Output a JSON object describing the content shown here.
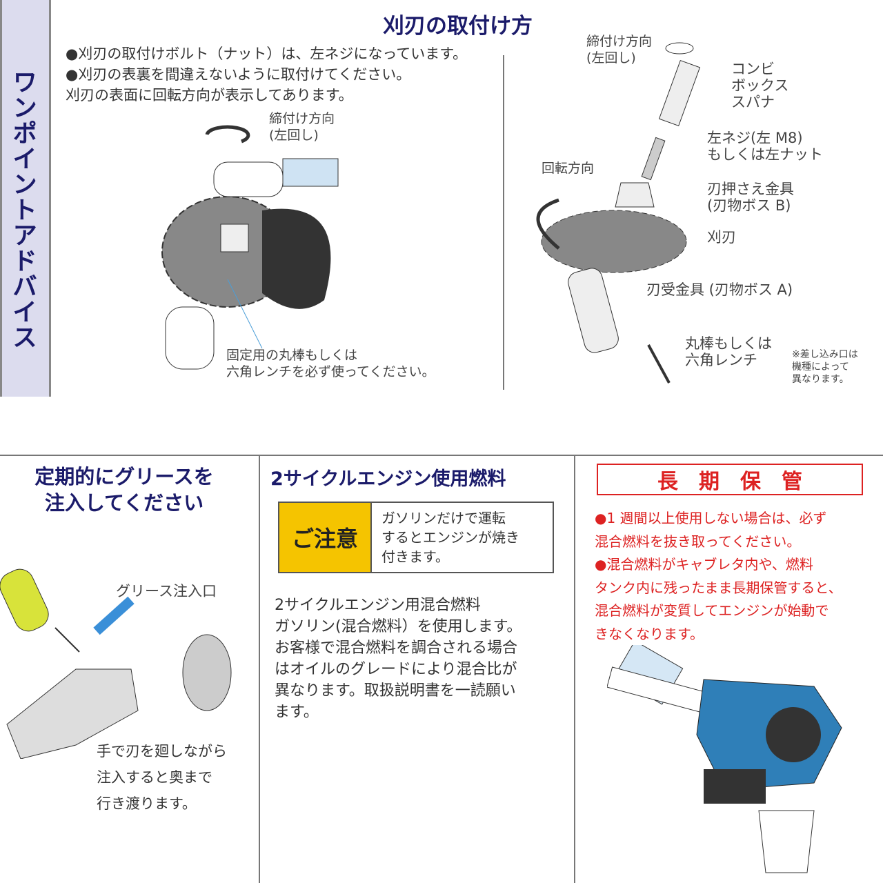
{
  "sidebar": {
    "label": "ワンポイントアドバイス"
  },
  "blade": {
    "title": "刈刃の取付け方",
    "notes": [
      "●刈刃の取付けボルト（ナット）は、左ネジになっています。",
      "●刈刃の表裏を間違えないように取付けてください。",
      "刈刃の表面に回転方向が表示してあります。"
    ],
    "left_fig": {
      "tighten": [
        "締付け方向",
        "(左回し)"
      ],
      "fix": [
        "固定用の丸棒もしくは",
        "六角レンチを必ず使ってください。"
      ]
    },
    "right_fig": {
      "tighten": [
        "締付け方向",
        "(左回し)"
      ],
      "rotation": "回転方向",
      "parts": [
        [
          "コンビ",
          "ボックス",
          "スパナ"
        ],
        [
          "左ネジ(左 M8)",
          "もしくは左ナット"
        ],
        [
          "刃押さえ金具",
          "(刃物ボス B)"
        ],
        [
          "刈刃"
        ],
        [
          "刃受金具 (刃物ボス A)"
        ],
        [
          "丸棒もしくは",
          "六角レンチ"
        ]
      ],
      "note": [
        "※差し込み口は",
        "機種によって",
        "異なります。"
      ]
    }
  },
  "grease": {
    "title": [
      "定期的にグリースを",
      "注入してください"
    ],
    "inlet": "グリース注入口",
    "caption": [
      "手で刃を廻しながら",
      "注入すると奥まで",
      "行き渡ります。"
    ]
  },
  "fuel": {
    "title": "2サイクルエンジン使用燃料",
    "caution_label": "ご注意",
    "caution_text": [
      "ガソリンだけで運転",
      "するとエンジンが焼き",
      "付きます。"
    ],
    "body": [
      "2サイクルエンジン用混合燃料",
      "ガソリン(混合燃料）を使用します。",
      "お客様で混合燃料を調合される場合",
      "はオイルのグレードにより混合比が",
      "異なります。取扱説明書を一読願い",
      "ます。"
    ],
    "accent": "#f5c400"
  },
  "storage": {
    "title": "長　期　保　管",
    "lines": [
      "●1 週間以上使用しない場合は、必ず",
      "混合燃料を抜き取ってください。",
      "●混合燃料がキャブレタ内や、燃料",
      "タンク内に残ったまま長期保管すると、",
      "混合燃料が変質してエンジンが始動で",
      "きなくなります。"
    ],
    "accent": "#d22222"
  }
}
